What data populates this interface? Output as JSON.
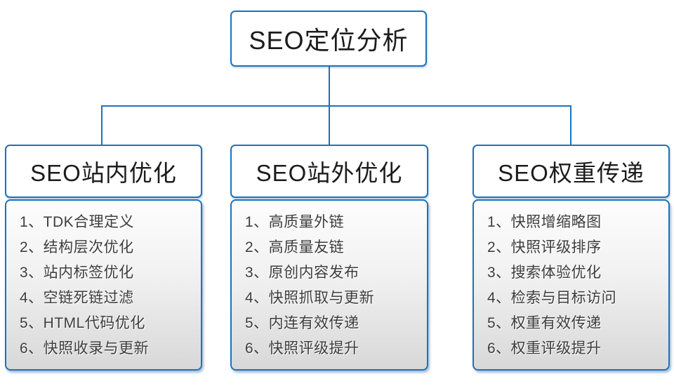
{
  "colors": {
    "accent_line": "#1a73be",
    "title_text": "#1c1c1c",
    "item_text": "#3d3d3d",
    "panel_gradient_top": "#fdfdfd",
    "panel_gradient_bottom": "#d8d8d8"
  },
  "root": {
    "title": "SEO定位分析"
  },
  "branches": [
    {
      "title": "SEO站内优化",
      "items": [
        "1、TDK合理定义",
        "2、结构层次优化",
        "3、站内标签优化",
        "4、空链死链过滤",
        "5、HTML代码优化",
        "6、快照收录与更新"
      ]
    },
    {
      "title": "SEO站外优化",
      "items": [
        "1、高质量外链",
        "2、高质量友链",
        "3、原创内容发布",
        "4、快照抓取与更新",
        "5、内连有效传递",
        "6、快照评级提升"
      ]
    },
    {
      "title": "SEO权重传递",
      "items": [
        "1、快照增缩略图",
        "2、快照评级排序",
        "3、搜索体验优化",
        "4、检索与目标访问",
        "5、权重有效传递",
        "6、权重评级提升"
      ]
    }
  ]
}
